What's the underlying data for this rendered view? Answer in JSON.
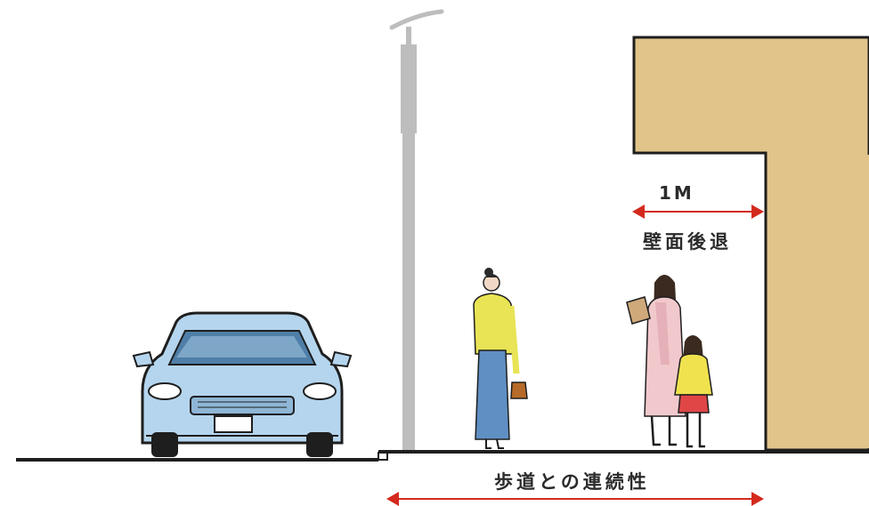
{
  "labels": {
    "setback_distance": "1M",
    "setback_text": "壁面後退",
    "sidewalk_continuity": "歩道との連続性"
  },
  "colors": {
    "building": "#e0c48a",
    "outline": "#1e1e1e",
    "arrow": "#d42a1e",
    "pole": "#bdbdbd",
    "car_body": "#b5d5ee"
  },
  "icons": [
    "street-lamp-icon",
    "car-icon",
    "woman-figure-icon",
    "mother-figure-icon",
    "child-figure-icon"
  ]
}
